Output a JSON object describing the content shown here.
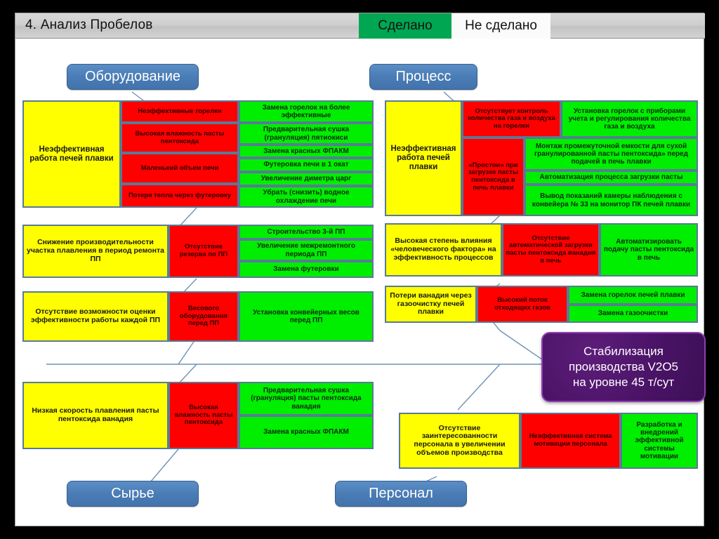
{
  "header": {
    "title": "4. Анализ Пробелов",
    "legend": [
      {
        "label": "Сделано",
        "color": "#00A651"
      },
      {
        "label": "Не сделано",
        "color": "#fbfbfb"
      }
    ]
  },
  "palette": {
    "problem": "#FFFF00",
    "cause": "#FF0000",
    "action": "#00EE00",
    "pill": "#4A7CB5",
    "goal": "#4A1366",
    "border": "#5A7A96"
  },
  "categories": [
    {
      "id": "equipment",
      "label": "Оборудование"
    },
    {
      "id": "process",
      "label": "Процесс"
    },
    {
      "id": "raw",
      "label": "Сырье"
    },
    {
      "id": "staff",
      "label": "Персонал"
    }
  ],
  "goal": {
    "line1": "Стабилизация",
    "line2": "производства V2O5",
    "line3": "на уровне 45 т/сут"
  },
  "blocks": {
    "eq1_problem": "Неэффективная работа печей плавки",
    "eq1_c1": "Неэффективные горелки",
    "eq1_c2": "Высокая влажность пасты пентоксида",
    "eq1_c3": "Маленький объем печи",
    "eq1_c4": "Потеря тепла через футеровку",
    "eq1_a1": "Замена горелок на более эффективные",
    "eq1_a2": "Предварительная сушка (грануляция) пятиокиси",
    "eq1_a3": "Замена красных ФПАКМ",
    "eq1_a4": "Футеровка печи в 1 окат",
    "eq1_a5": "Увеличение диметра царг",
    "eq1_a6": "Убрать (снизить) водное охлаждение  печи",
    "eq2_problem": "Снижение производительности участка плавления в период ремонта ПП",
    "eq2_c1": "Отсутствие резерва по ПП",
    "eq2_a1": "Строительство 3-й ПП",
    "eq2_a2": "Увеличение межремонтного периода ПП",
    "eq2_a3": "Замена футеровки",
    "eq3_problem": "Отсутствие возможности оценки эффективности работы каждой ПП",
    "eq3_c1": "Весового оборудования перед ПП",
    "eq3_a1": "Установка конвейерных весов перед ПП",
    "raw1_problem": "Низкая скорость плавления пасты пентоксида ванадия",
    "raw1_c1": "Высокая влажность пасты пентоксида",
    "raw1_a1": "Предварительная сушка (грануляция) пасты пентоксида ванадия",
    "raw1_a2": "Замена красных ФПАКМ",
    "pr1_problem": "Неэффективная работа печей плавки",
    "pr1_c1": "Отсутствует контроль количества газа и воздуха на горелки",
    "pr1_a1": "Установка горелок с приборами учета и регулирования количества газа и воздуха",
    "pr1_c2": "«Простои» при загрузке пасты пентоксида в печь плавки",
    "pr1_a2": "Монтаж промежуточной емкости для сухой гранулированной пасты пентоксида» перед подачей в печь плавки",
    "pr1_a3": "Автоматизация процесса загрузки пасты",
    "pr1_a4": "Вывод показаний камеры наблюдения с конвейера № 33 на монитор ПК печей плавки",
    "pr2_problem": "Высокая степень влияния «человеческого фактора» на эффективность процессов",
    "pr2_c1": "Отсутствие автоматической загрузки пасты пентоксида ванадия в печь",
    "pr2_a1": "Автоматизировать подачу пасты пентоксида в печь",
    "pr3_problem": "Потери ванадия через газоочистку печей плавки",
    "pr3_c1": "Высокий поток отходящих газов",
    "pr3_a1": "Замена горелок печей плавки",
    "pr3_a2": "Замена газоочистки",
    "st1_problem": "Отсутствие заинтересованности персонала в увеличении объемов производства",
    "st1_c1": "Неэффективная система мотивации персонала",
    "st1_a1": "Разработка и внедрений эффективной системы мотивации"
  }
}
